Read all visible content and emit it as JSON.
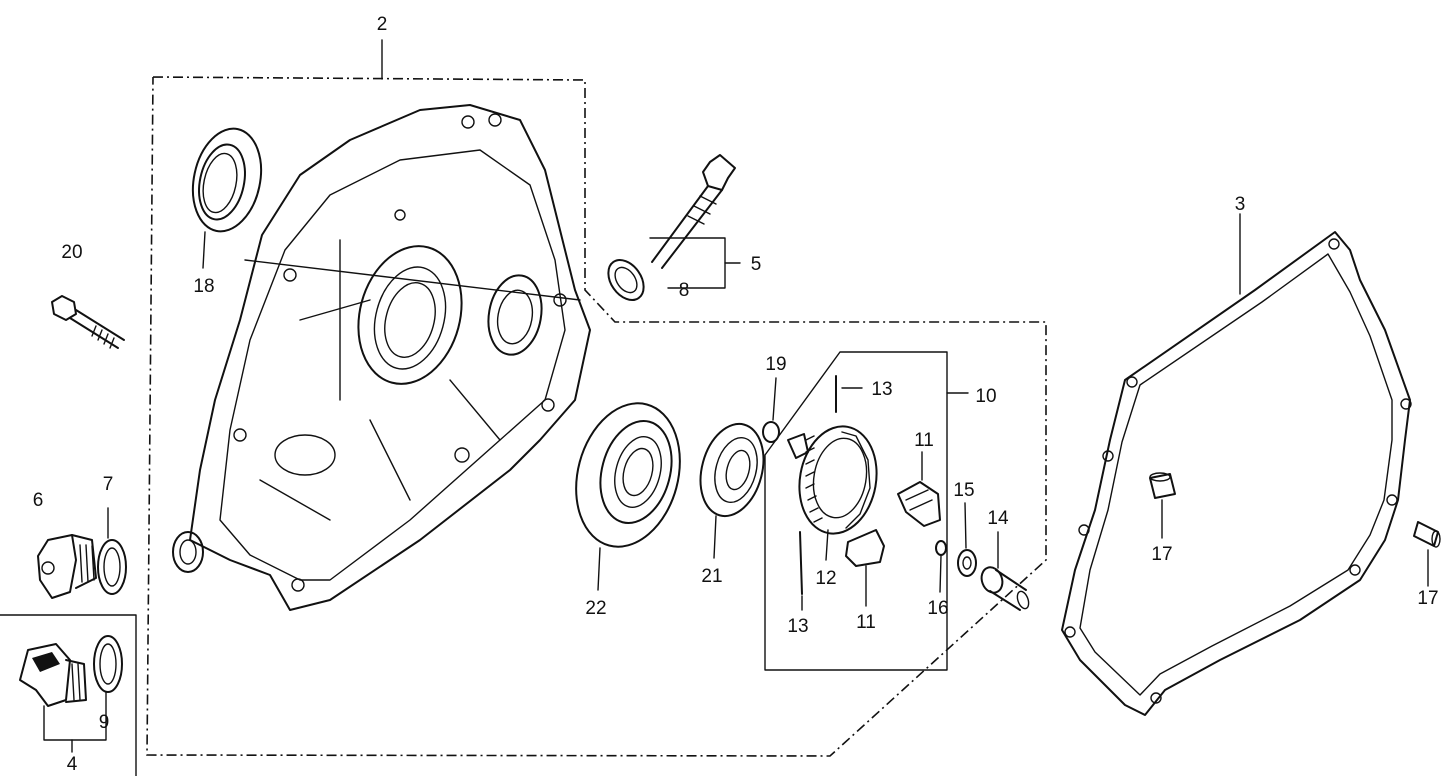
{
  "callouts": {
    "c2": "2",
    "c3": "3",
    "c4": "4",
    "c5": "5",
    "c6": "6",
    "c7": "7",
    "c8": "8",
    "c9": "9",
    "c10": "10",
    "c11a": "11",
    "c11b": "11",
    "c12": "12",
    "c13a": "13",
    "c13b": "13",
    "c14": "14",
    "c15": "15",
    "c16": "16",
    "c17a": "17",
    "c17b": "17",
    "c18": "18",
    "c19": "19",
    "c20": "20",
    "c21": "21",
    "c22": "22"
  }
}
